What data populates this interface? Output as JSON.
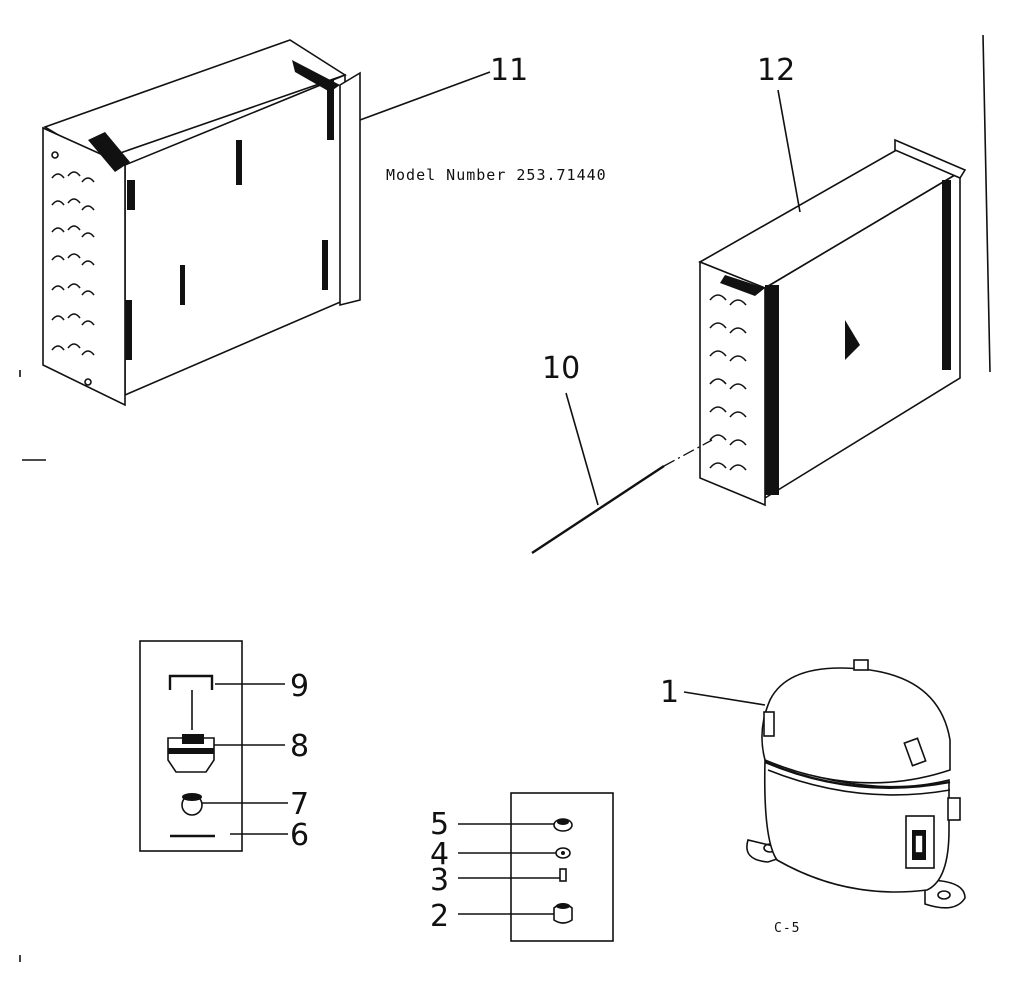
{
  "model_label": "Model Number 253.71440",
  "figure_code": "C-5",
  "callouts": {
    "p1": "1",
    "p2": "2",
    "p3": "3",
    "p4": "4",
    "p5": "5",
    "p6": "6",
    "p7": "7",
    "p8": "8",
    "p9": "9",
    "p10": "10",
    "p11": "11",
    "p12": "12"
  }
}
